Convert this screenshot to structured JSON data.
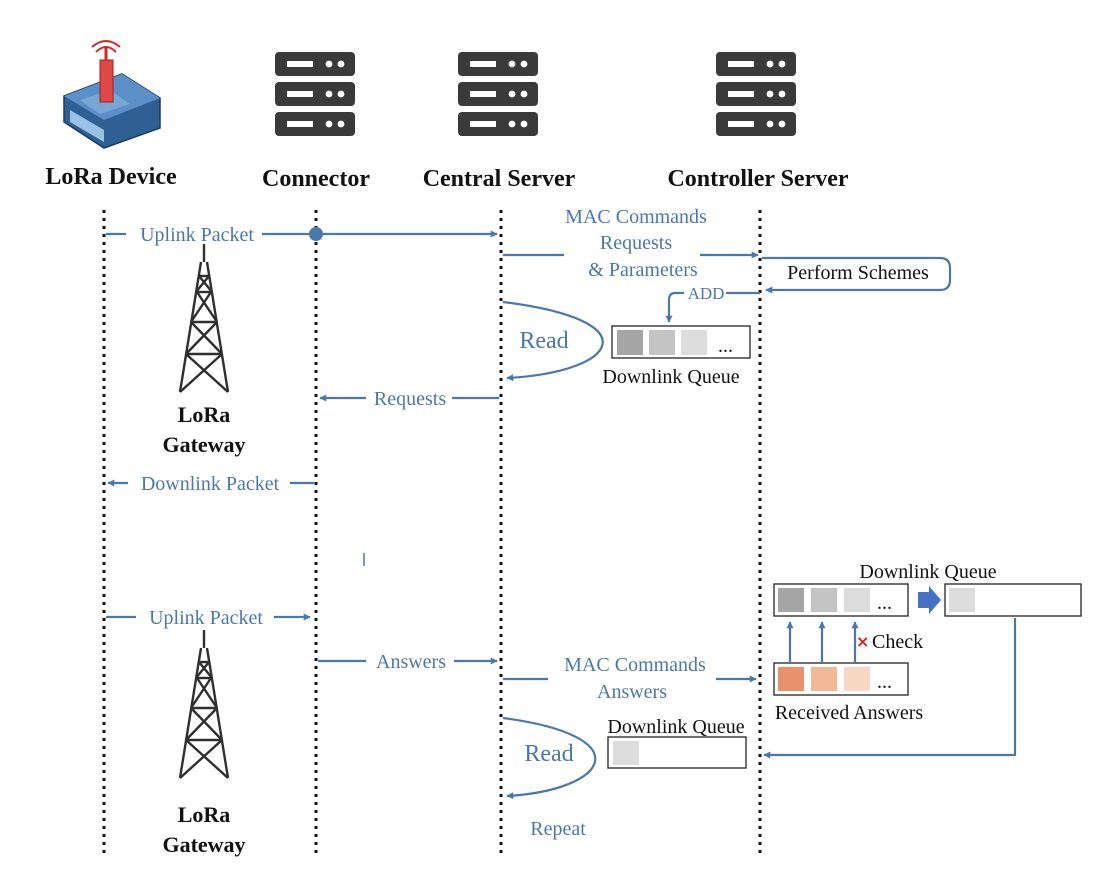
{
  "headers": {
    "lora_device": "LoRa Device",
    "connector": "Connector",
    "central_server": "Central Server",
    "controller_server": "Controller Server"
  },
  "gateway": {
    "line1": "LoRa",
    "line2": "Gateway"
  },
  "phase1": {
    "uplink_packet": "Uplink Packet",
    "mac_commands": "MAC Commands",
    "requests_line": "Requests",
    "parameters_line": "& Parameters",
    "perform_schemes": "Perform Schemes",
    "add": "ADD",
    "read": "Read",
    "queue_ellipsis": "...",
    "downlink_queue": "Downlink Queue",
    "requests": "Requests",
    "downlink_packet": "Downlink Packet"
  },
  "phase2": {
    "downlink_queue_top": "Downlink Queue",
    "queue_ellipsis": "...",
    "check": "Check",
    "uplink_packet": "Uplink Packet",
    "answers": "Answers",
    "mac_commands": "MAC Commands",
    "answers_line": "Answers",
    "received_ellipsis": "...",
    "received_answers": "Received Answers",
    "downlink_queue_bottom": "Downlink Queue",
    "read": "Read",
    "repeat": "Repeat"
  },
  "colors": {
    "arrow": "#4a78ab",
    "server_icon": "#3a3a3a",
    "queue_dark": "#a6a6a6",
    "queue_mid": "#c4c4c4",
    "queue_light": "#dcdcdc",
    "answer_dark": "#e8916a",
    "answer_mid": "#f2b898",
    "answer_light": "#f8d8c4",
    "check_mark": "#cc2222"
  }
}
